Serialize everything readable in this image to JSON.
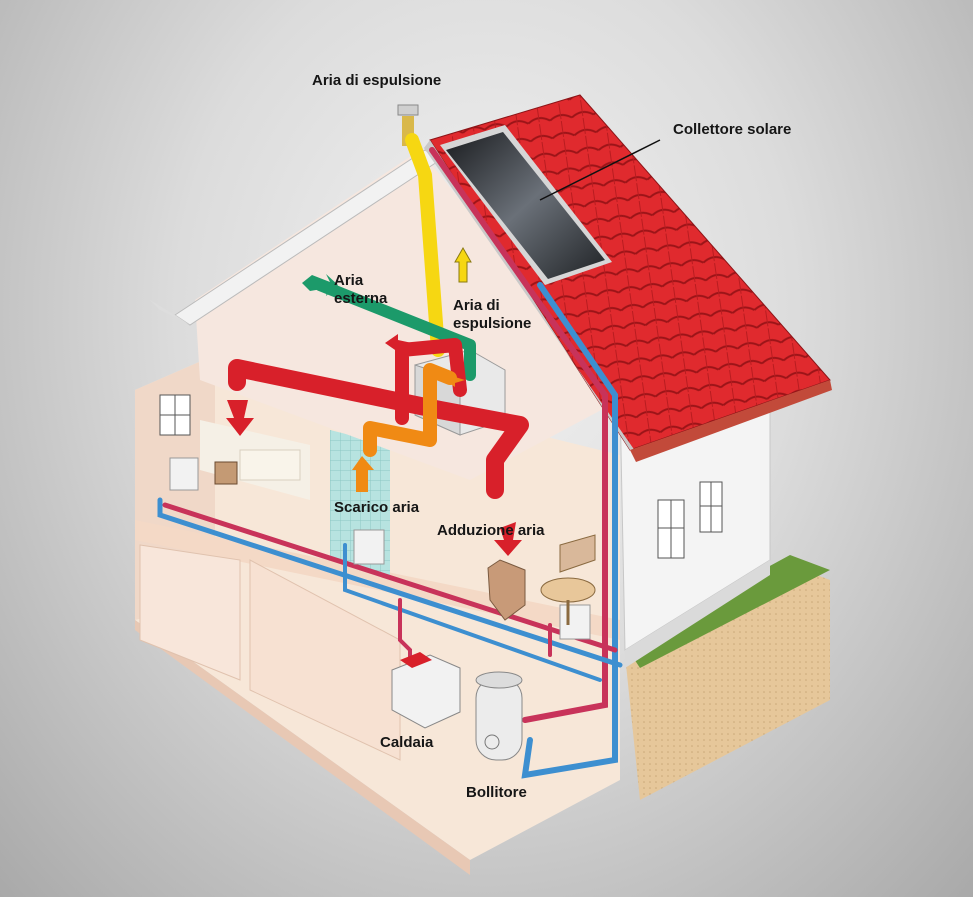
{
  "labels": {
    "aria_espulsione_top": "Aria di espulsione",
    "collettore_solare": "Collettore solare",
    "aria_esterna_1": "Aria",
    "aria_esterna_2": "esterna",
    "aria_espulsione_mid_1": "Aria di",
    "aria_espulsione_mid_2": "espulsione",
    "scarico_aria": "Scarico aria",
    "adduzione_aria": "Adduzione aria",
    "caldaia": "Caldaia",
    "bollitore": "Bollitore"
  },
  "colors": {
    "supply_air": "#d8202a",
    "extract_air": "#f08a14",
    "exhaust_air": "#f6d712",
    "outside_air": "#1c9a6a",
    "hot_water": "#c8335a",
    "cold_water": "#3d8fd0",
    "roof_tiles": "#d9252c",
    "solar_panel": "#2a2e33"
  }
}
